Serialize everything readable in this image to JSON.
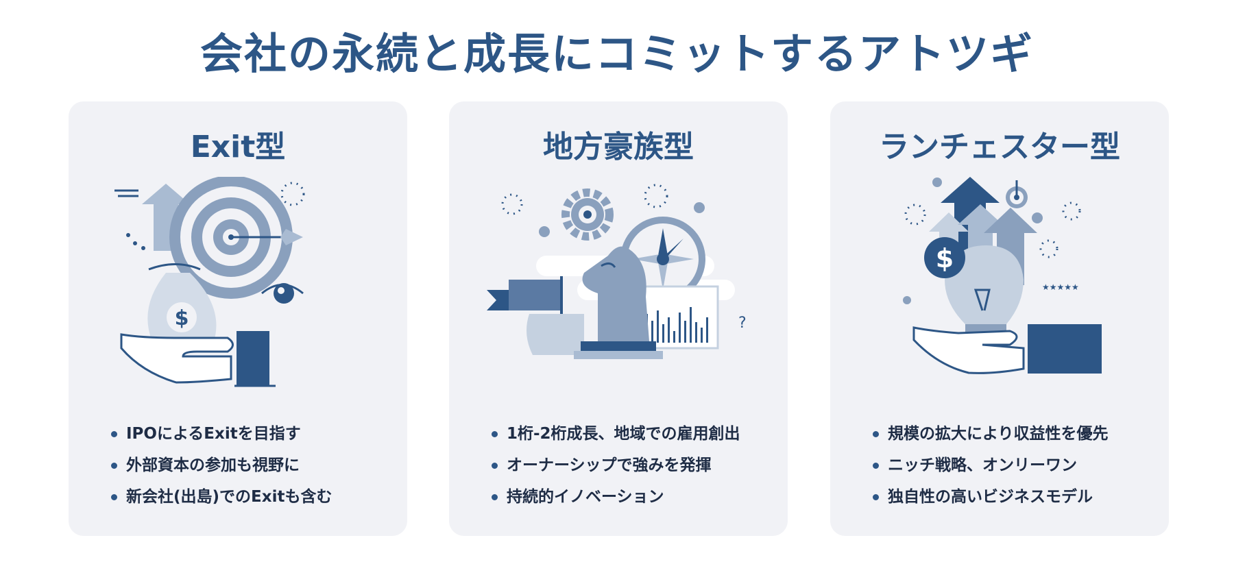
{
  "header": {
    "title": "会社の永続と成長にコミットするアトツギ"
  },
  "cards": [
    {
      "title": "Exit型",
      "bullets": [
        "IPOによるExitを目指す",
        "外部資本の参加も視野に",
        "新会社(出島)でのExitも含む"
      ],
      "illustration_icons": [
        "target-icon",
        "arrow-up-icon",
        "money-bag-icon",
        "hand-icon",
        "eye-icon"
      ]
    },
    {
      "title": "地方豪族型",
      "bullets": [
        "1桁-2桁成長、地域での雇用創出",
        "オーナーシップで強みを発揮",
        "持続的イノベーション"
      ],
      "illustration_icons": [
        "gear-icon",
        "compass-icon",
        "chess-knight-icon",
        "flag-icon",
        "bar-chart-icon"
      ],
      "question_mark": "?"
    },
    {
      "title": "ランチェスター型",
      "bullets": [
        "規模の拡大により収益性を優先",
        "ニッチ戦略、オンリーワン",
        "独自性の高いビジネスモデル"
      ],
      "illustration_icons": [
        "arrows-up-icon",
        "dollar-coin-icon",
        "lightbulb-icon",
        "hand-icon",
        "mini-target-icon"
      ]
    }
  ],
  "colors": {
    "primary": "#2d5686",
    "mid": "#8aa0bd",
    "light": "#c5d1e0",
    "card_bg": "#f1f2f6",
    "text_dark": "#1e2c45"
  }
}
